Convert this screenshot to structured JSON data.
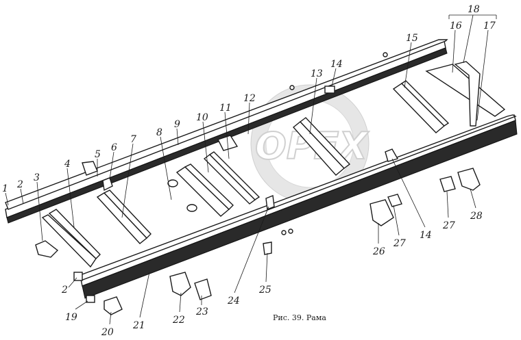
{
  "caption": "Рис. 39. Рама",
  "watermark": "OPEX",
  "callouts": [
    {
      "id": "1",
      "label": "1"
    },
    {
      "id": "2a",
      "label": "2"
    },
    {
      "id": "3",
      "label": "3"
    },
    {
      "id": "4",
      "label": "4"
    },
    {
      "id": "5",
      "label": "5"
    },
    {
      "id": "6",
      "label": "6"
    },
    {
      "id": "7",
      "label": "7"
    },
    {
      "id": "8",
      "label": "8"
    },
    {
      "id": "9",
      "label": "9"
    },
    {
      "id": "10",
      "label": "10"
    },
    {
      "id": "11",
      "label": "11"
    },
    {
      "id": "12",
      "label": "12"
    },
    {
      "id": "13",
      "label": "13"
    },
    {
      "id": "14a",
      "label": "14"
    },
    {
      "id": "15",
      "label": "15"
    },
    {
      "id": "16",
      "label": "16"
    },
    {
      "id": "17",
      "label": "17"
    },
    {
      "id": "18",
      "label": "18"
    },
    {
      "id": "2b",
      "label": "2"
    },
    {
      "id": "19",
      "label": "19"
    },
    {
      "id": "20",
      "label": "20"
    },
    {
      "id": "21",
      "label": "21"
    },
    {
      "id": "22",
      "label": "22"
    },
    {
      "id": "23",
      "label": "23"
    },
    {
      "id": "24",
      "label": "24"
    },
    {
      "id": "25",
      "label": "25"
    },
    {
      "id": "26",
      "label": "26"
    },
    {
      "id": "27a",
      "label": "27"
    },
    {
      "id": "14b",
      "label": "14"
    },
    {
      "id": "27b",
      "label": "27"
    },
    {
      "id": "28",
      "label": "28"
    }
  ]
}
